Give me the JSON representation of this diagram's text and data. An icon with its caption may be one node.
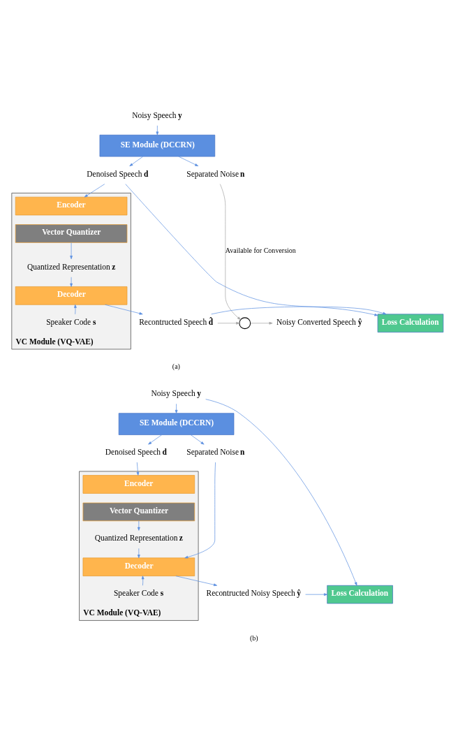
{
  "diagram": {
    "nodes": [
      {
        "text": [
          "Noisy Speech **y**"
        ]
      },
      {
        "text": [
          "SE Module (DCCRN)"
        ]
      },
      {
        "text": [
          "Denoised Speech **d**"
        ]
      },
      {
        "text": [
          "Separated Noise **n**"
        ]
      },
      {
        "text": [
          "VC Module (VQ-VAE)"
        ]
      },
      {
        "text": [
          "Encoder"
        ],
        "in": 4
      },
      {
        "text": [
          "Vector Quantizer"
        ],
        "in": 4
      },
      {
        "text": [
          "Quantized Representation **z**"
        ],
        "in": 4
      },
      {
        "text": [
          "Decoder"
        ],
        "in": 4
      },
      {
        "text": [
          "Speaker Code **s**"
        ],
        "in": 4
      },
      {
        "text": [
          "Loss Calculation"
        ]
      },
      {
        "text": [
          "Recontructed Speech **d̂**"
        ]
      },
      {
        "text": [],
        "shape": "circle"
      },
      {
        "text": [
          "Noisy Converted Speech **ŷ**"
        ]
      },
      {
        "text": [
          "Noisy Speech **y**"
        ]
      },
      {
        "text": [
          "SE Module (DCCRN)"
        ]
      },
      {
        "text": [
          "Denoised Speech **d**"
        ]
      },
      {
        "text": [
          "Separated Noise **n**"
        ]
      },
      {
        "text": [
          "VC Module (VQ-VAE)"
        ]
      },
      {
        "text": [
          "Encoder"
        ],
        "in": 18
      },
      {
        "text": [
          "Vector Quantizer"
        ],
        "in": 18
      },
      {
        "text": [
          "Quantized Representation **z**"
        ],
        "in": 18
      },
      {
        "text": [
          "Decoder"
        ],
        "in": 18
      },
      {
        "text": [
          "Speaker Code **s**"
        ],
        "in": 18
      },
      {
        "text": [
          "Loss Calculation"
        ]
      },
      {
        "text": [
          "Recontructed Noisy Speech **ŷ**"
        ]
      }
    ],
    "edges": [
      {
        "from": 0,
        "to": 1,
        "arrow": "to"
      },
      {
        "from": 1,
        "to": 2,
        "arrow": "to"
      },
      {
        "from": 1,
        "to": 3,
        "arrow": "to"
      },
      {
        "from": 2,
        "to": 10,
        "arrow": "to"
      },
      {
        "from": 2,
        "to": 5,
        "arrow": "to"
      },
      {
        "from": 6,
        "to": 7,
        "arrow": "to"
      },
      {
        "from": 7,
        "to": 8,
        "arrow": "to"
      },
      {
        "from": 9,
        "to": 8,
        "arrow": "to"
      },
      {
        "from": 8,
        "to": 11,
        "arrow": "to"
      },
      {
        "from": 11,
        "to": 10,
        "arrow": "to"
      },
      {
        "from": 3,
        "to": 12,
        "arrow": "to",
        "label": "Available for Conversion",
        "color": "#a6a6a6"
      },
      {
        "from": 11,
        "to": 12,
        "arrow": "to",
        "color": "#a6a6a6"
      },
      {
        "from": 12,
        "to": 13,
        "arrow": "to",
        "color": "#a6a6a6"
      },
      {
        "from": 14,
        "to": 24,
        "arrow": "to"
      },
      {
        "from": 14,
        "to": 15,
        "arrow": "to"
      },
      {
        "from": 15,
        "to": 16,
        "arrow": "to"
      },
      {
        "from": 15,
        "to": 17,
        "arrow": "to"
      },
      {
        "from": 16,
        "to": 19,
        "arrow": "to"
      },
      {
        "from": 20,
        "to": 21,
        "arrow": "to"
      },
      {
        "from": 21,
        "to": 22,
        "arrow": "to"
      },
      {
        "from": 23,
        "to": 22,
        "arrow": "to"
      },
      {
        "from": 17,
        "to": 22,
        "arrow": "to"
      },
      {
        "from": 22,
        "to": 25,
        "arrow": "to"
      },
      {
        "from": 25,
        "to": 24,
        "arrow": "to"
      }
    ],
    "labels": [
      "(a)",
      "(b)"
    ]
  }
}
